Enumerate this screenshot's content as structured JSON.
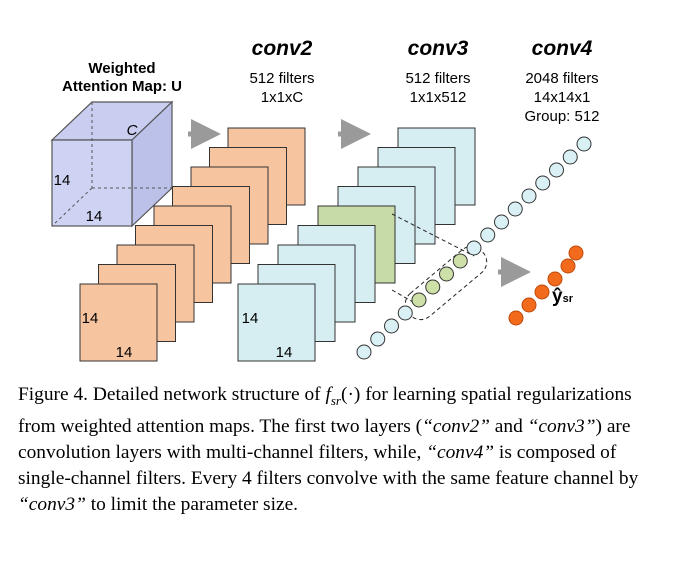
{
  "diagram": {
    "input": {
      "title_line1": "Weighted",
      "title_line2": "Attention Map: U",
      "depth_label": "C",
      "height_label": "14",
      "width_label": "14"
    },
    "conv2": {
      "title": "conv2",
      "filters": "512 filters",
      "kernel": "1x1xC",
      "plane_height_label": "14",
      "plane_width_label": "14"
    },
    "conv3": {
      "title": "conv3",
      "filters": "512 filters",
      "kernel": "1x1x512"
    },
    "conv4": {
      "title": "conv4",
      "filters": "2048 filters",
      "kernel": "14x14x1",
      "group": "Group: 512"
    },
    "output": {
      "label": "ŷ",
      "subscript": "sr"
    },
    "colors": {
      "cube_fill": "#c9cdf0",
      "conv2_fill": "#f7c4a0",
      "conv3_fill": "#d6eef2",
      "conv3_highlight": "#c6dba6",
      "node_fill": "#d9f0f4",
      "node_highlight": "#cde0a8",
      "output_node": "#f26a1b",
      "arrow": "#9a9a9a"
    }
  },
  "caption": {
    "part1": "Figure 4. Detailed network structure of ",
    "formula": "f",
    "formula_sub": "sr",
    "formula_arg": "(·)",
    "part2": " for learning spatial regularizations from weighted attention maps. The first two layers (",
    "q_conv2": "“conv2”",
    "part3": " and ",
    "q_conv3": "“conv3”",
    "part4": ") are convolution layers with multi-channel filters, while, ",
    "q_conv4": "“conv4”",
    "part5": " is composed of single-channel filters. Every 4 filters convolve with the same feature channel by ",
    "q_conv3b": "“conv3”",
    "part6": " to limit the parameter size."
  }
}
